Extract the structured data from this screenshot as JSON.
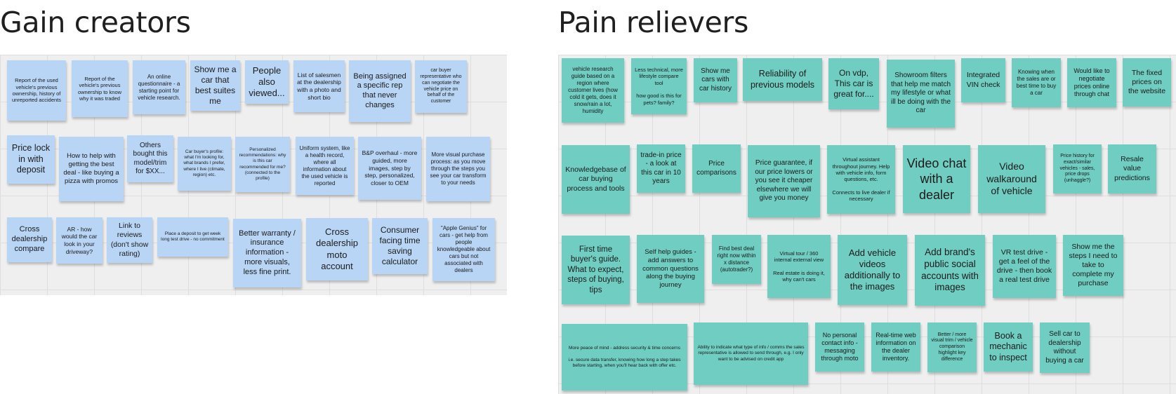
{
  "colors": {
    "gain_note": "#b8d5f5",
    "pain_note": "#6fcdc1",
    "board": "#efefef"
  },
  "gain_creators": {
    "title": "Gain creators",
    "notes": [
      "Report of the used vehicle's previous ownership, history of unreported accidents",
      "Report of the vehicle's previous ownership to know why it was traded",
      "An online questionnaire - a starting point for vehicle research.",
      "Show me a car that best suites me",
      "People also viewed...",
      "List of salesmen at the dealership with a photo and short bio",
      "Being assigned a specific rep that never changes",
      "car buyer representative who can negotiate the vehicle price on behalf of the customer",
      "Price lock in with deposit",
      "How to help with getting the best deal - like buying a pizza with promos",
      "Others bought this model/trim for $XX...",
      "Car buyer's profile: what I'm looking for, what brands I prefer, where I live (climate, region) etc.",
      "Personalized recommendations: why is this car recommended for me?\n(connected to the profile)",
      "Uniform system, like a health record, where all information about the used vehicle is reported",
      "B&P overhaul - more guided, more images, step by step, personalized, closer to OEM",
      "More visual purchase process: as you move through the steps you see your car transform to your needs",
      "Cross dealership compare",
      "AR - how would the car look in your driveway?",
      "Link to reviews (don't show rating)",
      "Place a deposit to get week long test drive - no commitment",
      "Better warranty / insurance information - more visuals, less fine print.",
      "Cross dealership moto account",
      "Consumer facing time saving calculator",
      "\"Apple Genius\" for cars - get help from people knowledgeable about cars but not associated with dealers"
    ]
  },
  "pain_relievers": {
    "title": "Pain relievers",
    "notes": [
      "vehicle research guide based on a region where customer lives (how cold it gets, does it snow/rain a lot, humidity",
      "Less technical, more lifestyle compare tool\n\nhow good is this for pets? family?",
      "Show me cars with car history",
      "Reliability of previous models",
      "On vdp, This car is great for....",
      "Showroom filters that help me match my lifestyle or what ill be doing with the car",
      "Integrated VIN check",
      "Knowing when the sales are or best time to buy a car",
      "Would like to negotiate prices online through chat",
      "The fixed prices on the website",
      "Knowledgebase of car buying process and tools",
      "trade-in price - a look at this car in 10 years",
      "Price comparisons",
      "Price guarantee, if our price  lowers or you see it cheaper elsewhere we will give you money",
      "Virtual assistant throughout journey. Help with vehicle info, form  questions, etc.\n\nConnects to live dealer if necessary",
      "Video chat with a dealer",
      "Video walkaround of vehicle",
      "Price history for exact/similar vehicles - sales, price drops (unhaggle?)",
      "Resale value predictions",
      "First time buyer's guide. What to expect, steps of buying, tips",
      "Self help guides - add answers to common questions along the buying journey",
      "Find best deal right now within x distance (autotrader?)",
      "Virtual tour / 360 internal external view\n\nReal estate is doing it, why can't cars",
      "Add vehicle videos additionally to the images",
      "Add brand's public social accounts with images",
      "VR test drive - get a feel of the drive  - then book a real test drive",
      "Show me the steps I need to take to complete my purchase",
      "More peace of mind - address security & time concerns\n\ni.e. secure data transfer, knowing how long a step takes before starting, when you'll hear back with offer etc.",
      "Ability to indicate what type of info / comms the sales representative is allowed to send through, e.g. I only want to be advised on credit app",
      "No personal contact info - messaging through moto",
      "Real-time web information on the dealer inventory.",
      "Better / more visual trim / vehicle comparison highlight key difference",
      "Book a mechanic to inspect",
      "Sell car to dealership without buying a car"
    ]
  }
}
